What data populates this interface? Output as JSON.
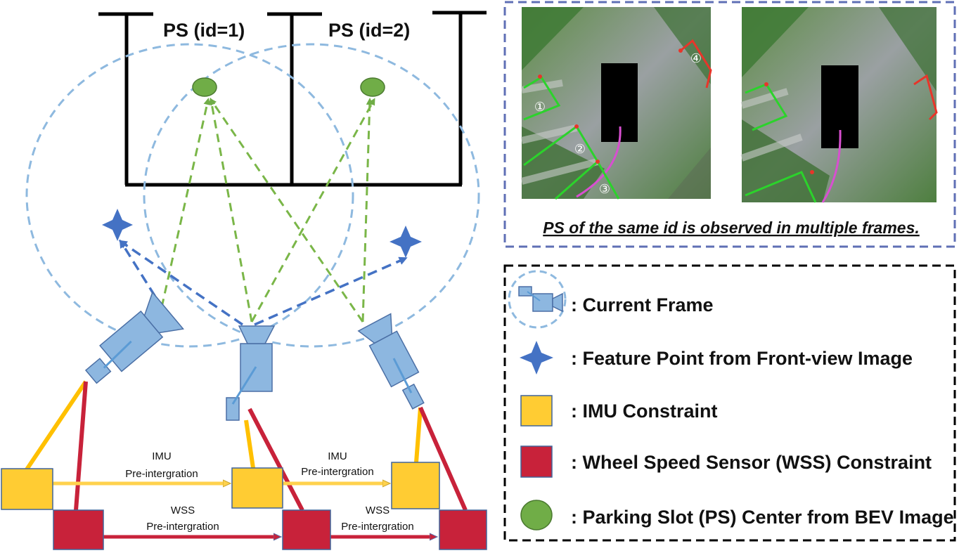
{
  "diagram": {
    "parking_slots": [
      {
        "label": "PS (id=1)"
      },
      {
        "label": "PS (id=2)"
      }
    ],
    "pre_integration": [
      {
        "line1": "IMU",
        "line2": "Pre-intergration"
      },
      {
        "line1": "IMU",
        "line2": "Pre-intergration"
      },
      {
        "line1": "WSS",
        "line2": "Pre-intergration"
      },
      {
        "line1": "WSS",
        "line2": "Pre-intergration"
      }
    ]
  },
  "frames_panel": {
    "caption": "PS of the same id is observed in multiple frames.",
    "slot_markers": [
      "①",
      "②",
      "③",
      "④"
    ]
  },
  "legend": {
    "items": [
      {
        "icon": "camera-icon",
        "text": ": Current Frame"
      },
      {
        "icon": "star-icon",
        "text": ": Feature Point from Front-view Image"
      },
      {
        "icon": "yellow-square-icon",
        "text": ": IMU Constraint"
      },
      {
        "icon": "red-square-icon",
        "text": ": Wheel Speed Sensor (WSS) Constraint"
      },
      {
        "icon": "green-circle-icon",
        "text": ": Parking Slot (PS) Center from BEV Image"
      }
    ]
  },
  "colors": {
    "imu": "#FFCC33",
    "wss": "#C8223A",
    "camera": "#8DB7E0",
    "feature_point": "#4472C4",
    "ps_center": "#70AD47",
    "observation_circle": "#8EB9DF",
    "bev_background": "#4E7F3F"
  }
}
